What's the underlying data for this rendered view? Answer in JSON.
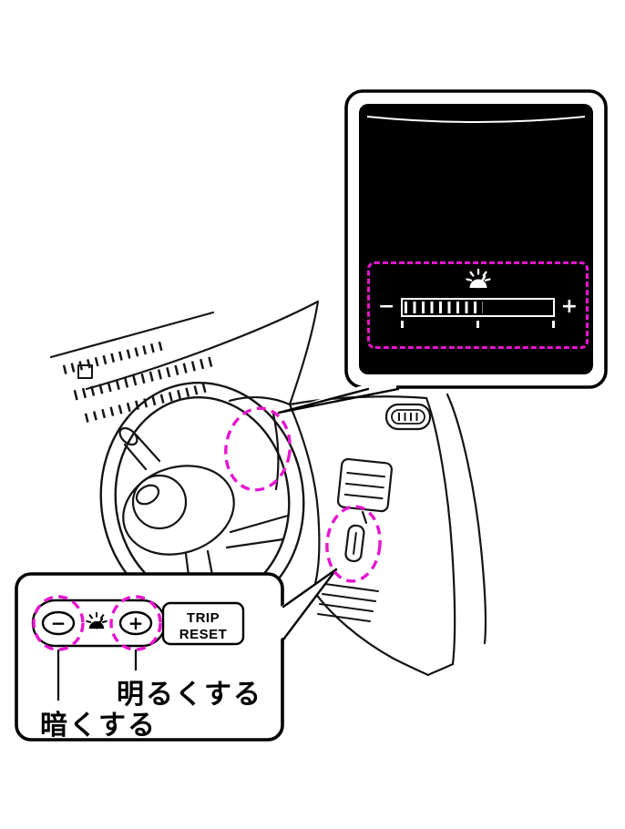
{
  "page": {
    "background": "#FFFFFF",
    "accent_color": "#E715CF",
    "line_color": "#000000"
  },
  "display_callout": {
    "screen_bg": "#000000",
    "screen_fg": "#FFFFFF",
    "icon": "panel-brightness-icon",
    "minus_symbol": "−",
    "plus_symbol": "+",
    "level_percent": 52,
    "fill_style": "width:52%",
    "ticks": [
      "min",
      "mid",
      "max"
    ]
  },
  "switch_callout": {
    "icon": "panel-brightness-icon",
    "minus_button": "−",
    "plus_button": "+",
    "trip_button_line1": "TRIP",
    "trip_button_line2": "RESET",
    "labels": {
      "brighten": "明るくする",
      "darken": "暗くする"
    }
  }
}
